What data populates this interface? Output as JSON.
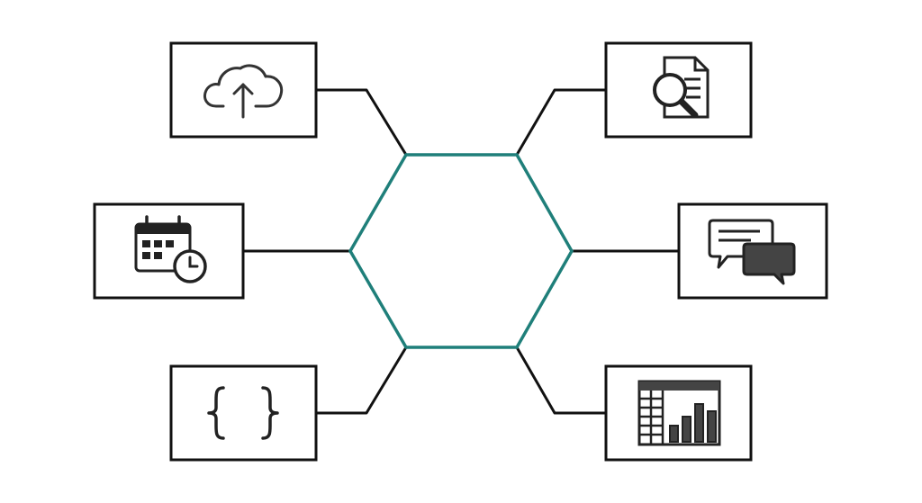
{
  "colors": {
    "background": "#ffffff",
    "hexagon_stroke": "#1f7f7a",
    "box_stroke": "#111111",
    "connector_stroke": "#111111",
    "icon_dark": "#222222",
    "icon_mid": "#444444"
  },
  "diagram": {
    "center": {
      "shape": "hexagon",
      "label": ""
    },
    "nodes": [
      {
        "id": "top-left",
        "icon": "cloud-upload-icon",
        "label": ""
      },
      {
        "id": "middle-left",
        "icon": "calendar-clock-icon",
        "label": ""
      },
      {
        "id": "bottom-left",
        "icon": "code-braces-icon",
        "label": ""
      },
      {
        "id": "top-right",
        "icon": "document-search-icon",
        "label": ""
      },
      {
        "id": "middle-right",
        "icon": "chat-bubbles-icon",
        "label": ""
      },
      {
        "id": "bottom-right",
        "icon": "table-bar-chart-icon",
        "label": ""
      }
    ]
  }
}
